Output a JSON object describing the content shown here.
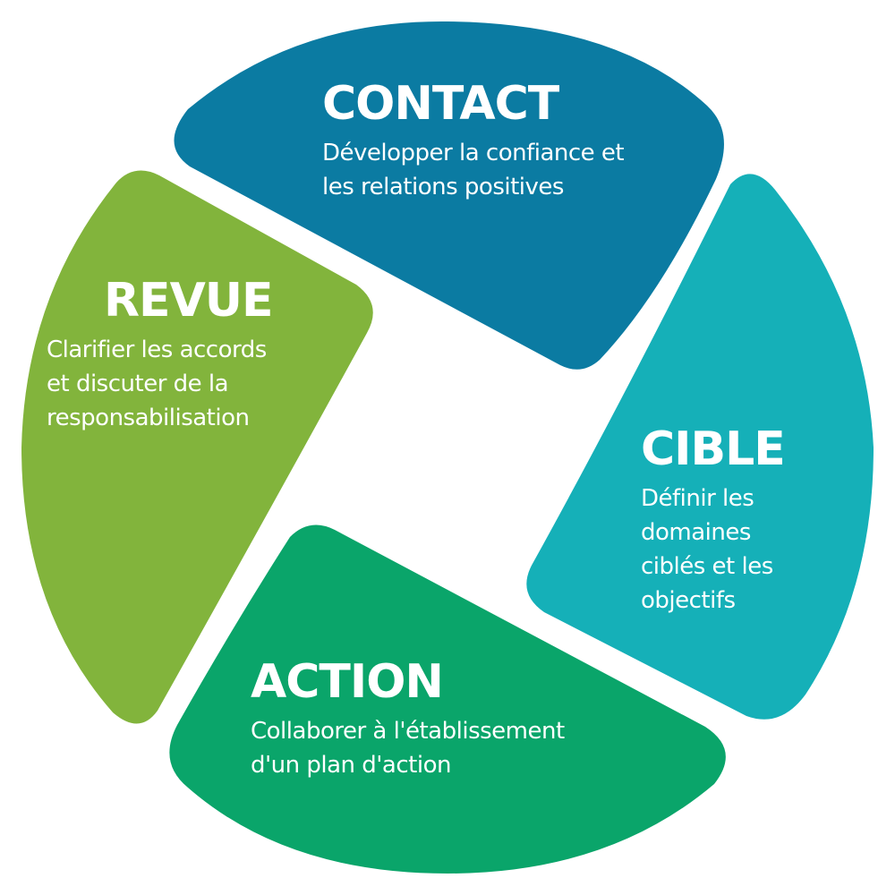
{
  "diagram": {
    "segments": [
      {
        "id": "contact",
        "title": "CONTACT",
        "description": "Développer la confiance et\nles relations positives",
        "color": "#0b7ba2"
      },
      {
        "id": "cible",
        "title": "CIBLE",
        "description": "Définir les\ndomaines\nciblés et les\nobjectifs",
        "color": "#15b0b8"
      },
      {
        "id": "action",
        "title": "ACTION",
        "description": "Collaborer à l'établissement\nd'un plan d'action",
        "color": "#0aa56a"
      },
      {
        "id": "revue",
        "title": "REVUE",
        "description": "Clarifier les accords\net discuter de la\nresponsabilisation",
        "color": "#82b43c"
      }
    ]
  }
}
